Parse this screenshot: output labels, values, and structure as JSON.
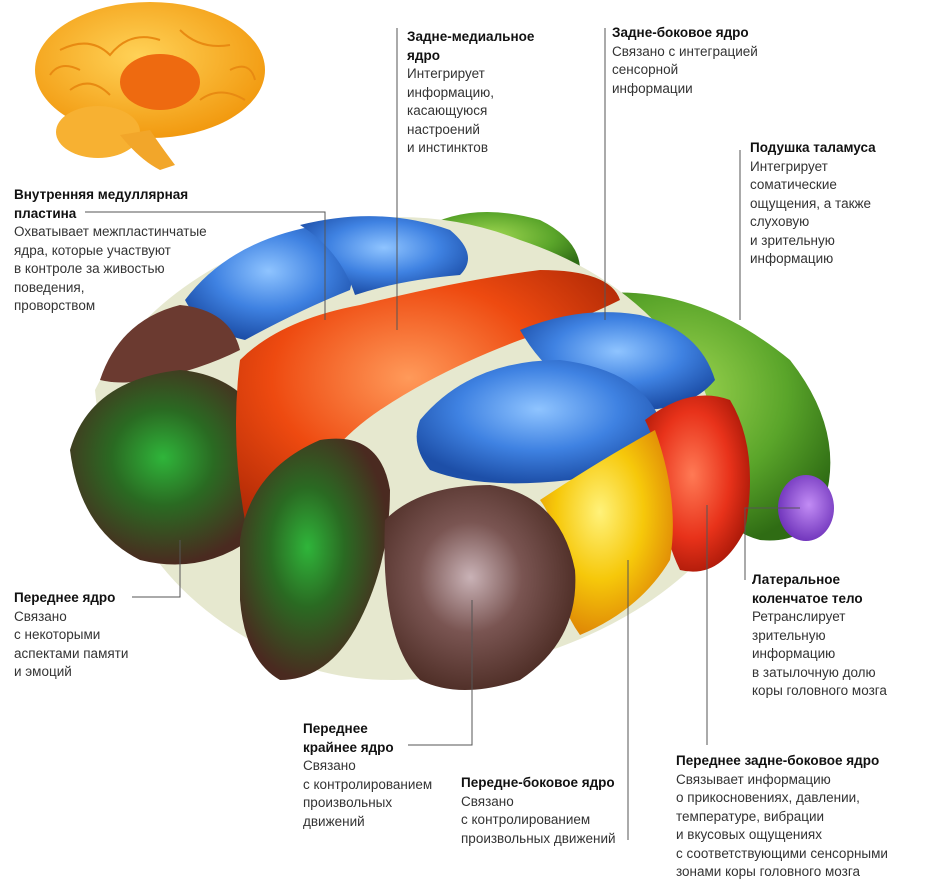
{
  "labels": {
    "internal_lamina": {
      "title": "Внутренняя медуллярная\nпластина",
      "desc": "Охватывает межпластинчатые\nядра, которые участвуют\nв контроле за живостью\nповедения,\nпроворством"
    },
    "medial_dorsal": {
      "title": "Задне-медиальное\nядро",
      "desc": "Интегрирует\nинформацию,\nкасающуюся\nнастроений\nи инстинктов"
    },
    "lateral_dorsal": {
      "title": "Задне-боковое ядро",
      "desc": "Связано с интеграцией\nсенсорной\nинформации"
    },
    "pulvinar": {
      "title": "Подушка таламуса",
      "desc": "Интегрирует\nсоматические\nощущения, а также\nслуховую\nи зрительную\nинформацию"
    },
    "anterior": {
      "title": "Переднее ядро",
      "desc": "Связано\nс некоторыми\nаспектами памяти\nи эмоций"
    },
    "lateral_geniculate": {
      "title": "Латеральное\nколенчатое тело",
      "desc": "Ретранслирует\nзрительную\nинформацию\nв затылочную долю\nкоры головного мозга"
    },
    "ventral_anterior": {
      "title": "Переднее\nкрайнее ядро",
      "desc": "Связано\nс контролированием\nпроизвольных\nдвижений"
    },
    "ventral_lateral": {
      "title": "Передне-боковое ядро",
      "desc": "Связано\nс контролированием\nпроизвольных движений"
    },
    "ventral_posterior": {
      "title": "Переднее задне-боковое ядро",
      "desc": "Связывает информацию\nо прикосновениях, давлении,\nтемпературе, вибрации\nи вкусовых ощущениях\nс соответствующими сенсорными\nзонами коры головного мозга"
    }
  },
  "colors": {
    "brain": "#f7a51e",
    "brain_highlight": "#ee6a10",
    "blue": "#3d7fe0",
    "green": "#5aa52a",
    "orange_red": "#ee4a10",
    "red": "#e8321a",
    "yellow": "#f6c80a",
    "brown": "#6b3a30",
    "purple": "#7b3fc8",
    "lamina": "#e8ead2",
    "leader_line": "#555555"
  }
}
